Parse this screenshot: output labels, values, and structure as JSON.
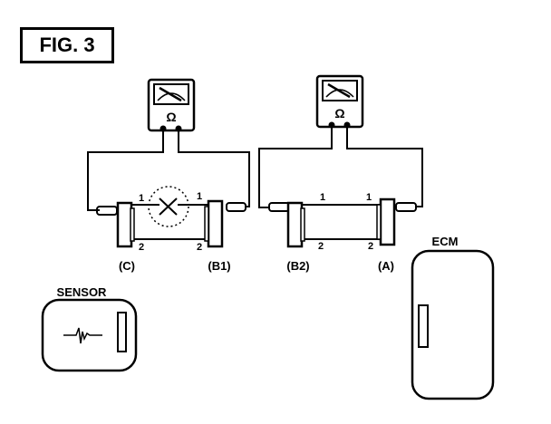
{
  "figure_label": "FIG. 3",
  "meters": [
    {
      "symbol": "Ω",
      "icon": "ohmmeter-icon"
    },
    {
      "symbol": "Ω",
      "icon": "ohmmeter-icon"
    }
  ],
  "connectors": {
    "c": "(C)",
    "b1": "(B1)",
    "b2": "(B2)",
    "a": "(A)"
  },
  "wire_numbers": {
    "left_top_c": "1",
    "left_top_b1": "1",
    "left_bottom_c": "2",
    "left_bottom_b1": "2",
    "right_top_mid": "1",
    "right_top_a": "1",
    "right_bottom_mid": "2",
    "right_bottom_a": "2"
  },
  "sensor": {
    "label": "SENSOR",
    "icon": "waveform-icon"
  },
  "ecm": {
    "label": "ECM"
  },
  "fault": {
    "icon": "open-circuit-x-icon"
  }
}
